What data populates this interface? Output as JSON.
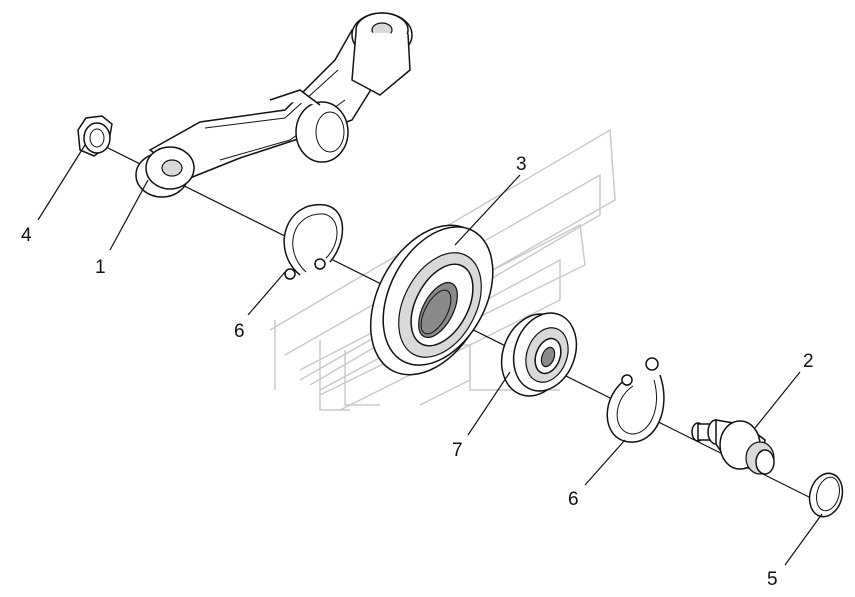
{
  "callouts": [
    {
      "id": "callout-1",
      "label": "1"
    },
    {
      "id": "callout-2",
      "label": "2"
    },
    {
      "id": "callout-3",
      "label": "3"
    },
    {
      "id": "callout-4",
      "label": "4"
    },
    {
      "id": "callout-5",
      "label": "5"
    },
    {
      "id": "callout-6a",
      "label": "6"
    },
    {
      "id": "callout-6b",
      "label": "6"
    },
    {
      "id": "callout-7",
      "label": "7"
    }
  ]
}
